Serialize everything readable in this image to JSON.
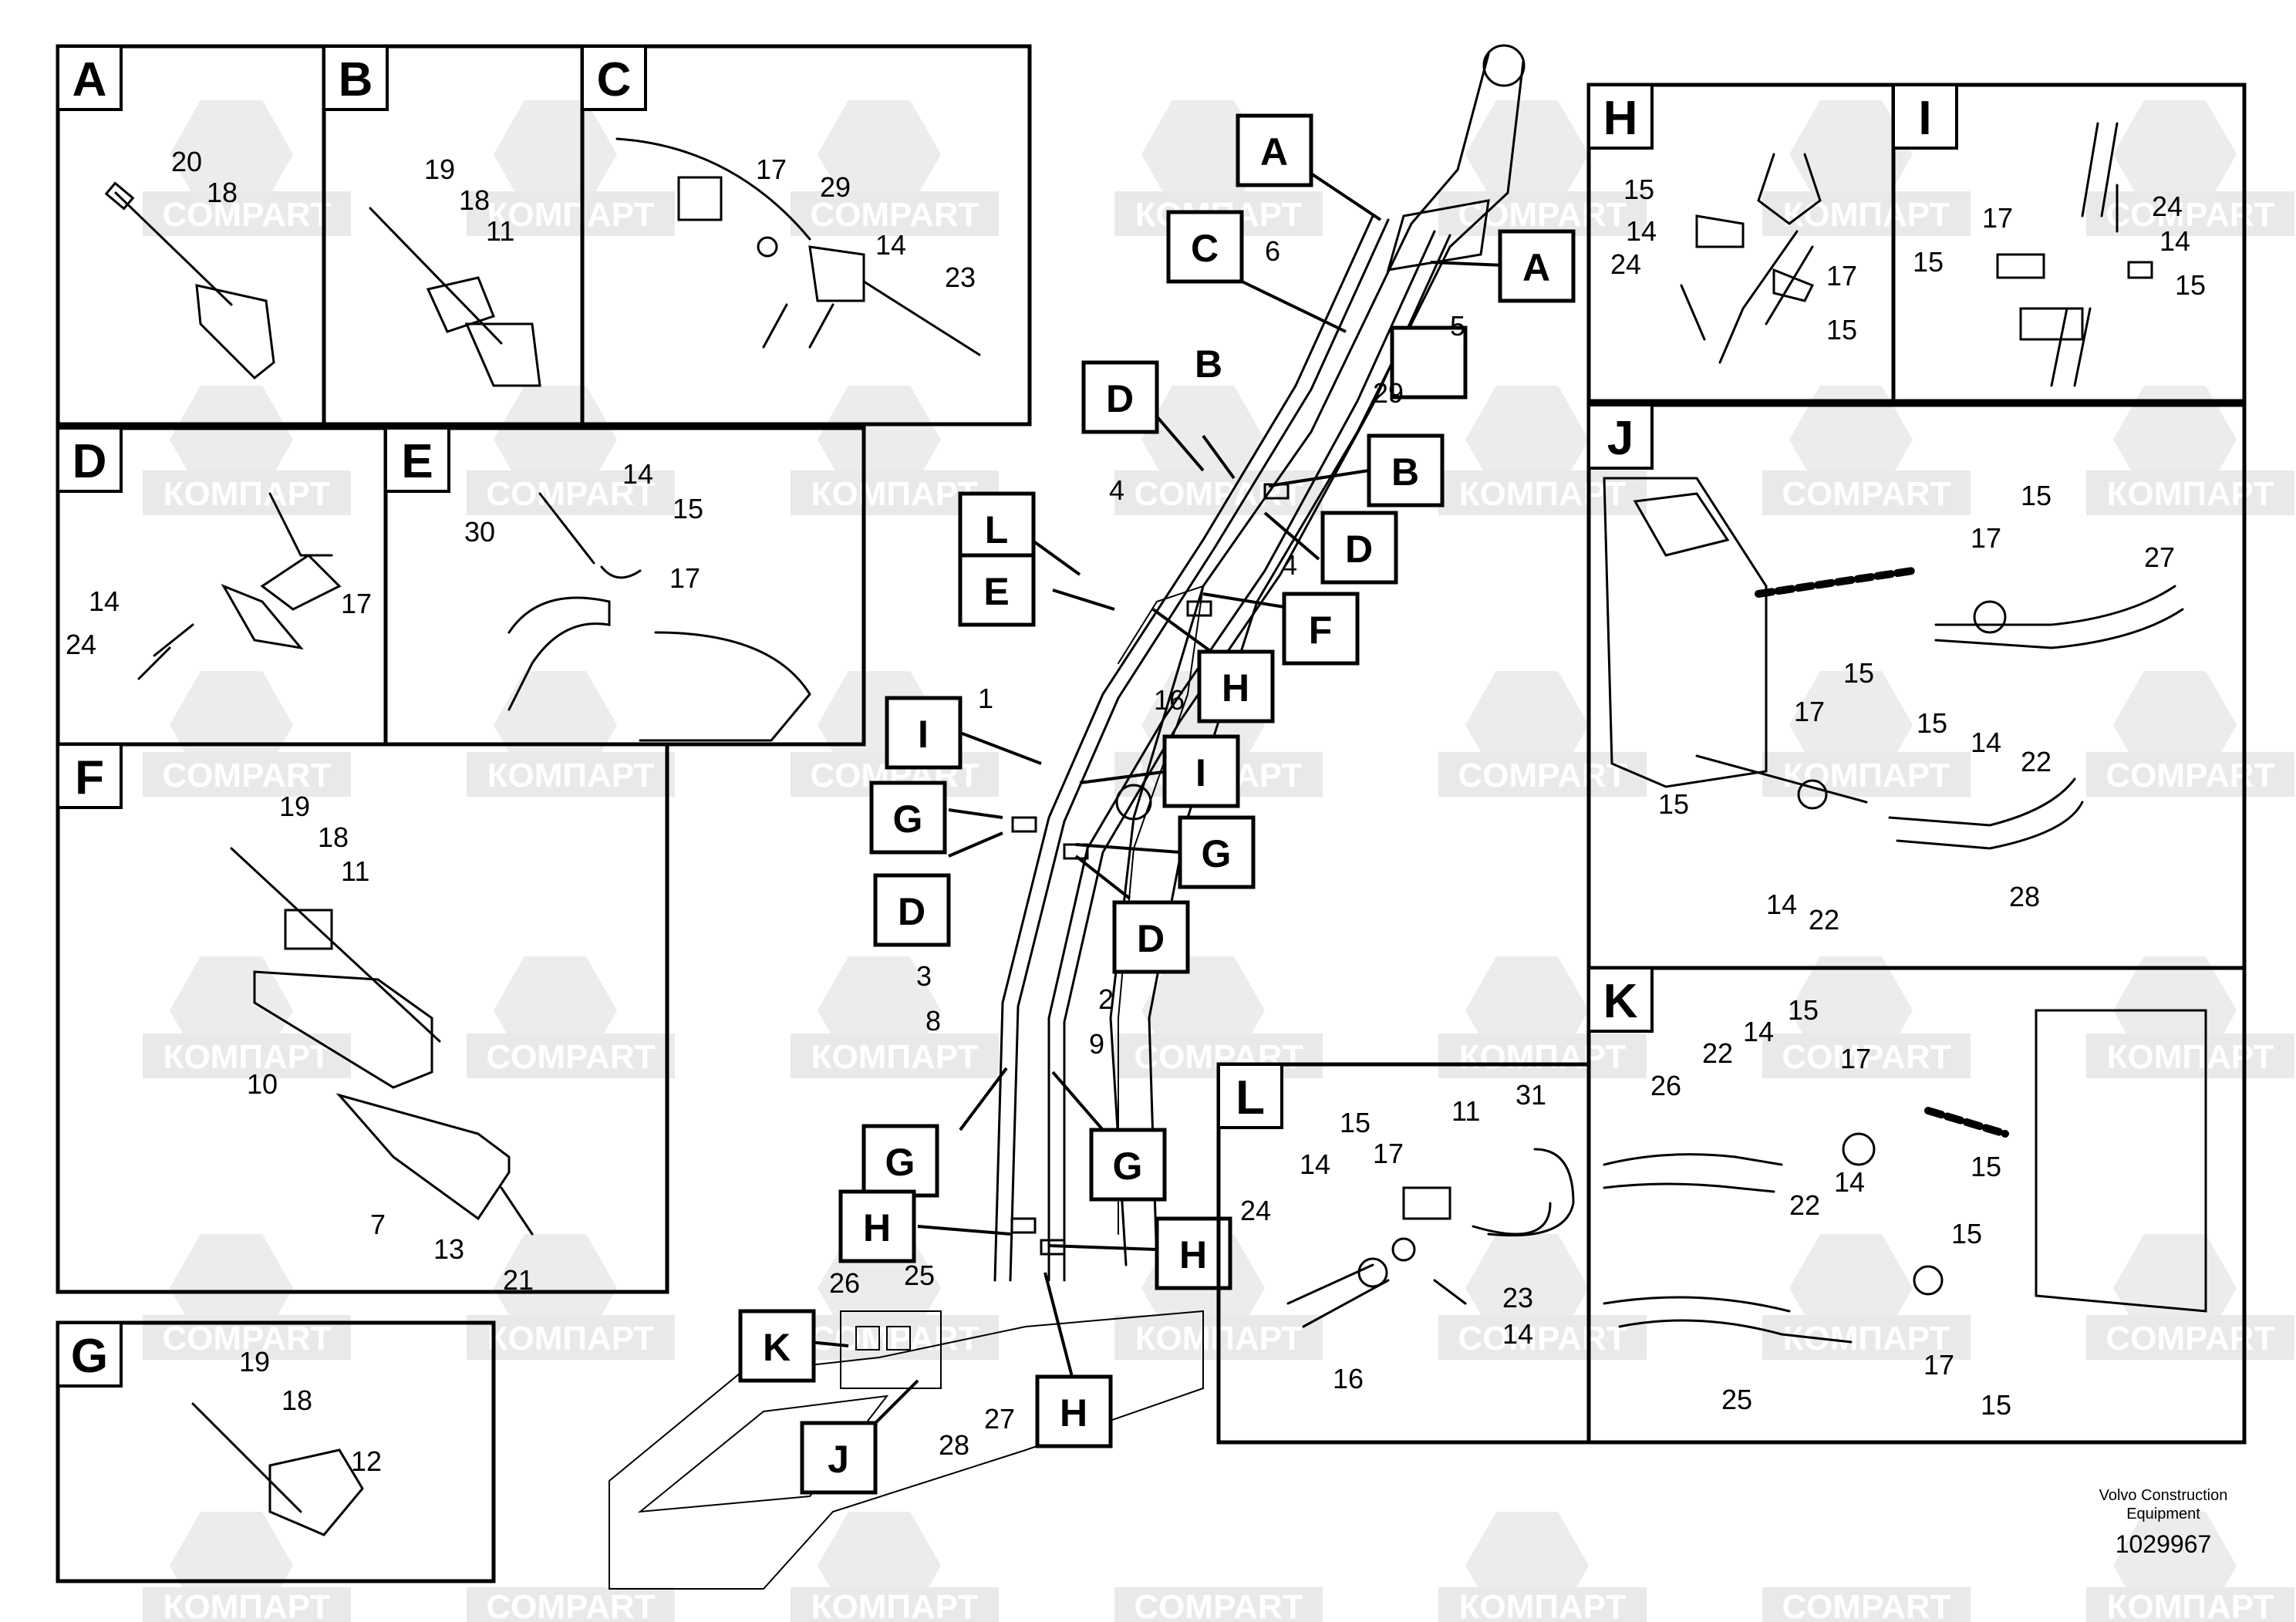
{
  "watermark": {
    "brand_a": "COMPART",
    "brand_b": "КОМПАРТ"
  },
  "panels": [
    {
      "id": "A",
      "letter": "A",
      "parts": [
        "20",
        "18"
      ]
    },
    {
      "id": "B",
      "letter": "B",
      "parts": [
        "19",
        "18",
        "11"
      ]
    },
    {
      "id": "C",
      "letter": "C",
      "parts": [
        "17",
        "29",
        "14",
        "23"
      ]
    },
    {
      "id": "D",
      "letter": "D",
      "parts": [
        "14",
        "24",
        "17"
      ]
    },
    {
      "id": "E",
      "letter": "E",
      "parts": [
        "14",
        "15",
        "30",
        "17"
      ]
    },
    {
      "id": "F",
      "letter": "F",
      "parts": [
        "19",
        "18",
        "11",
        "10",
        "7",
        "13",
        "21"
      ]
    },
    {
      "id": "G",
      "letter": "G",
      "parts": [
        "19",
        "18",
        "12"
      ]
    },
    {
      "id": "H",
      "letter": "H",
      "parts": [
        "15",
        "14",
        "24",
        "17",
        "15"
      ]
    },
    {
      "id": "I",
      "letter": "I",
      "parts": [
        "24",
        "17",
        "14",
        "15",
        "15"
      ]
    },
    {
      "id": "J",
      "letter": "J",
      "parts": [
        "15",
        "17",
        "27",
        "15",
        "15",
        "14",
        "22",
        "17",
        "15",
        "14",
        "22",
        "28"
      ]
    },
    {
      "id": "K",
      "letter": "K",
      "parts": [
        "15",
        "22",
        "14",
        "17",
        "26",
        "15",
        "22",
        "14",
        "15",
        "25",
        "17",
        "15"
      ]
    },
    {
      "id": "L",
      "letter": "L",
      "parts": [
        "11",
        "31",
        "15",
        "17",
        "24",
        "14",
        "23",
        "14",
        "16"
      ]
    }
  ],
  "main_labels": {
    "callouts": [
      "A",
      "C",
      "A",
      "B",
      "D",
      "B",
      "D",
      "L",
      "E",
      "F",
      "H",
      "I",
      "I",
      "G",
      "G",
      "D",
      "D",
      "G",
      "G",
      "H",
      "H",
      "K",
      "J",
      "H"
    ],
    "parts": [
      "6",
      "5",
      "29",
      "4",
      "4",
      "1",
      "16",
      "3",
      "2",
      "8",
      "9",
      "25",
      "26",
      "27",
      "28"
    ]
  },
  "footer": {
    "company_line1": "Volvo Construction",
    "company_line2": "Equipment",
    "drawing_number": "1029967"
  }
}
